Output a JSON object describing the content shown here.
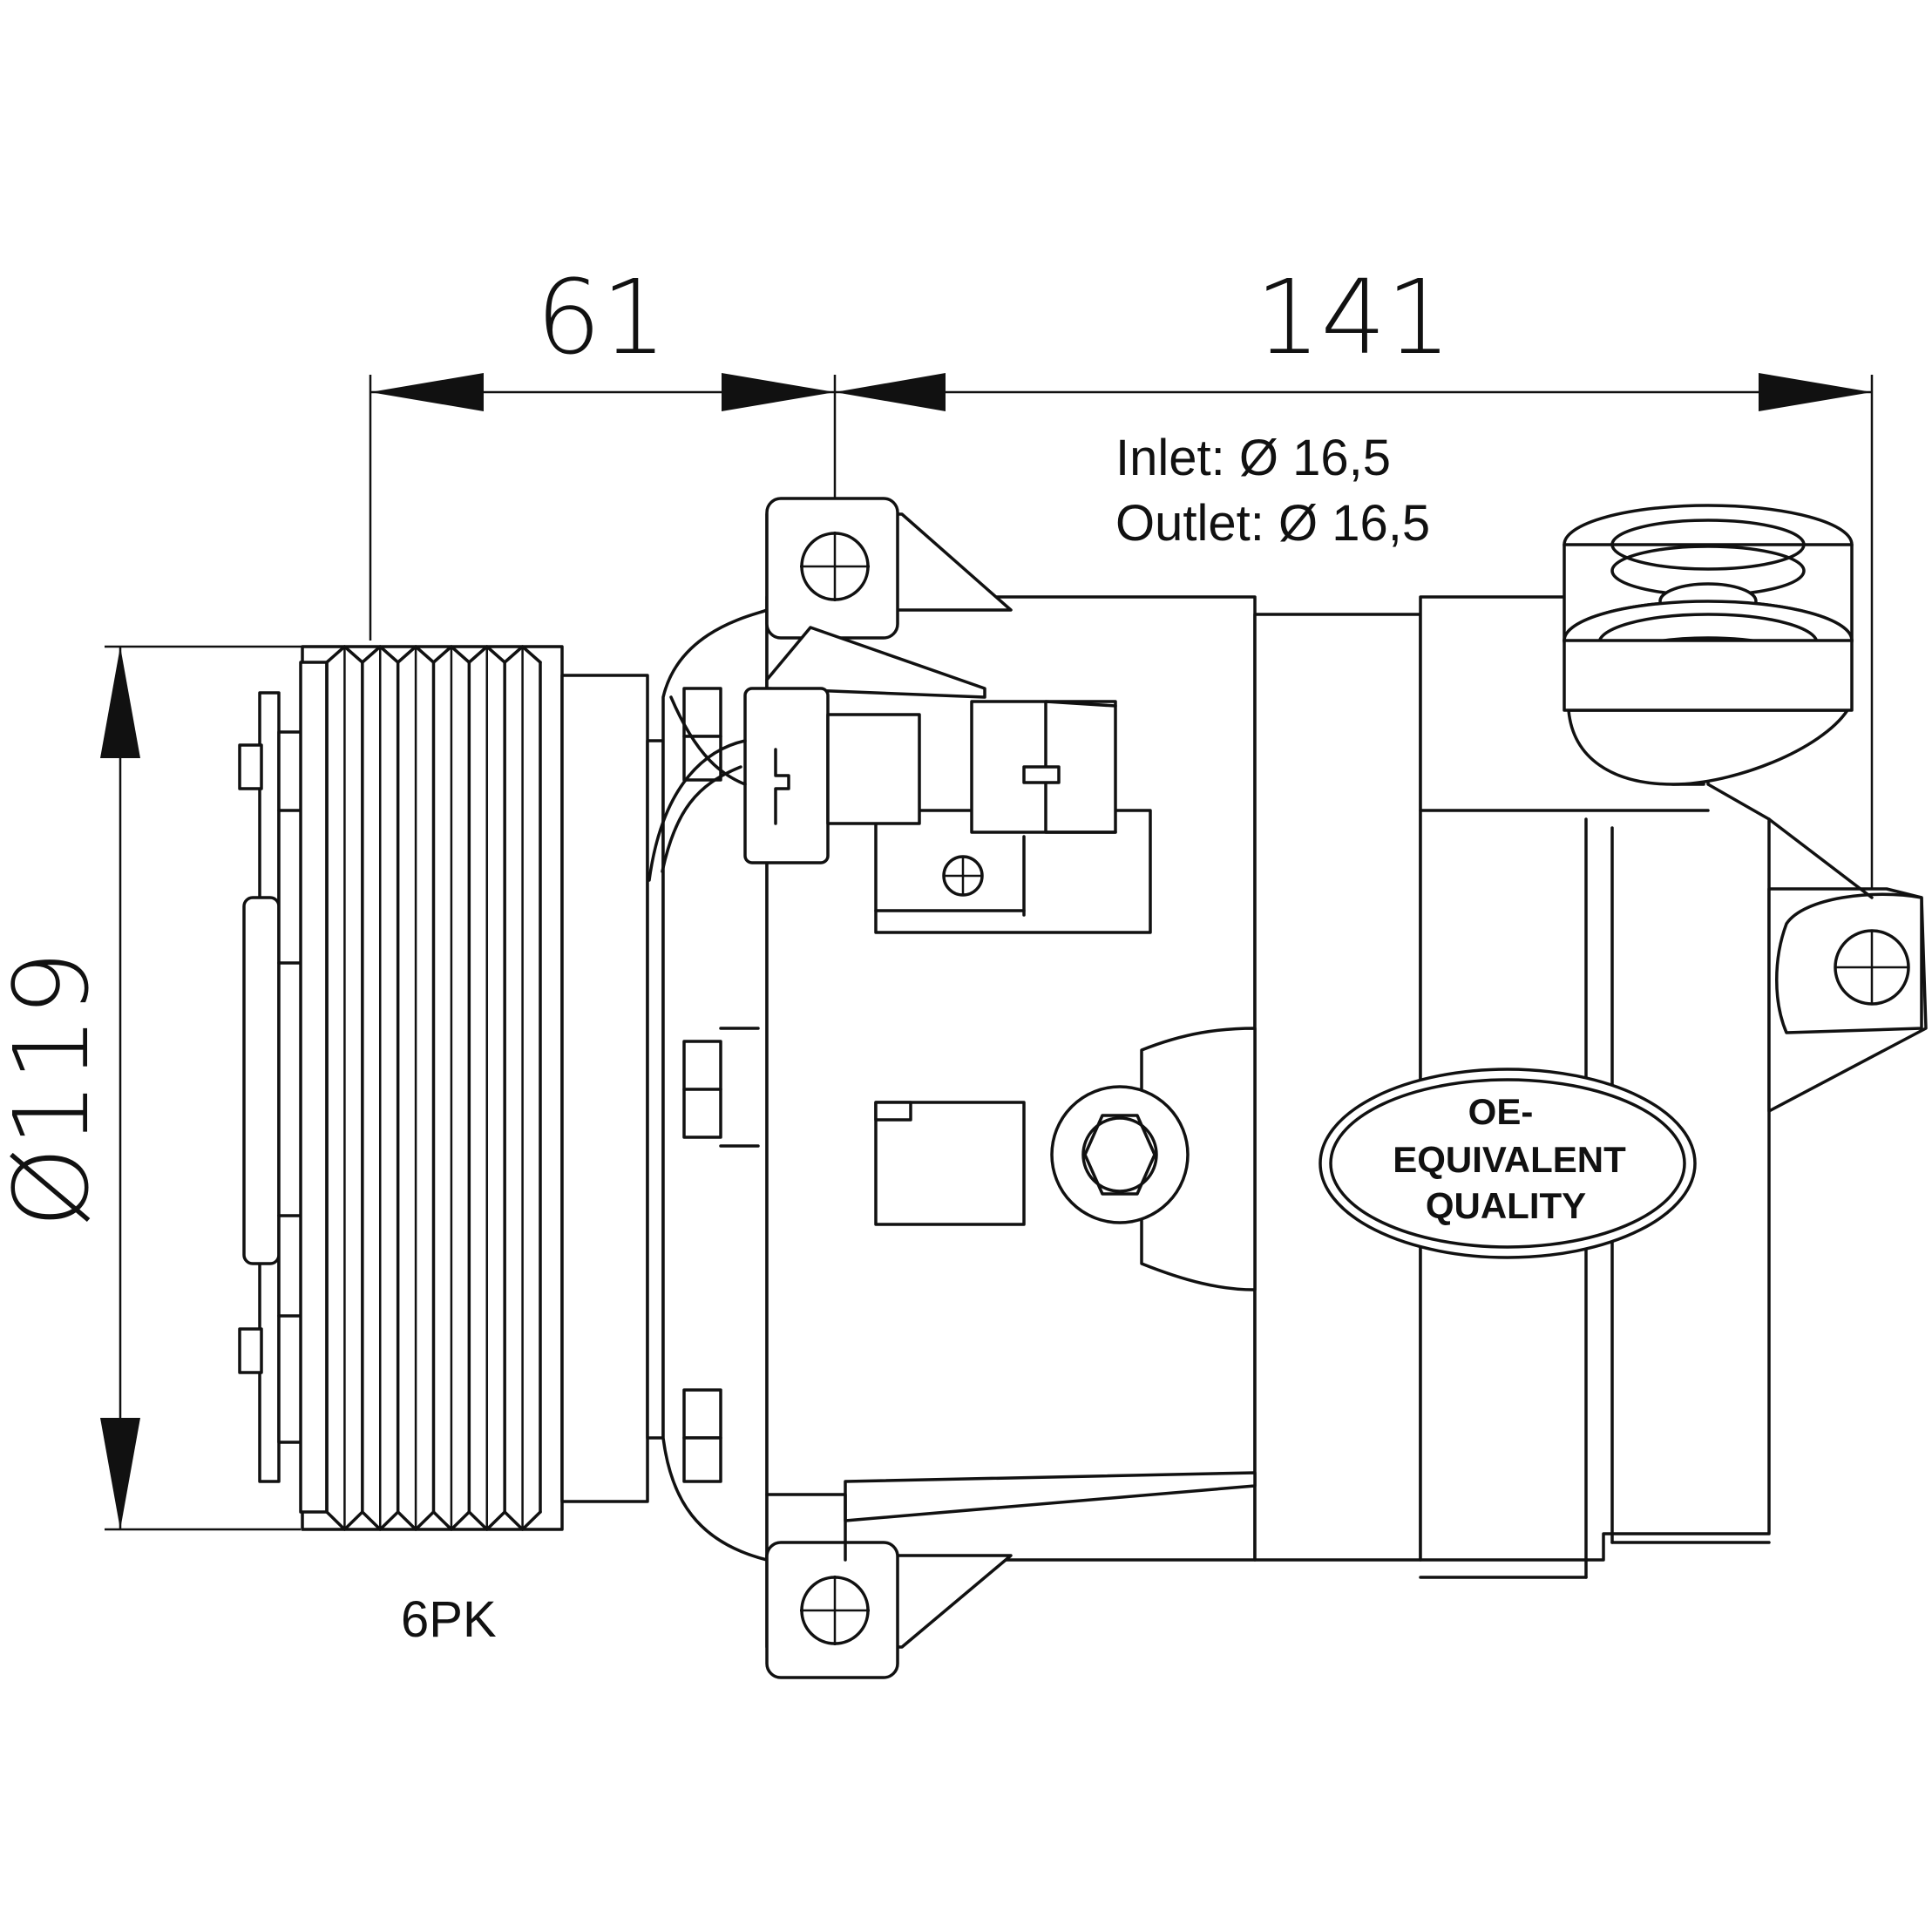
{
  "dimensions": {
    "clutch_length": "61",
    "body_length": "141",
    "pulley_diameter": "Ø119"
  },
  "ports": {
    "inlet": "Inlet: Ø 16,5",
    "outlet": "Outlet: Ø 16,5"
  },
  "pulley": {
    "belt_profile": "6PK"
  },
  "badge": {
    "line1": "OE-",
    "line2": "EQUIVALENT",
    "line3": "QUALITY"
  },
  "colors": {
    "line": "#111111",
    "background": "#ffffff"
  }
}
